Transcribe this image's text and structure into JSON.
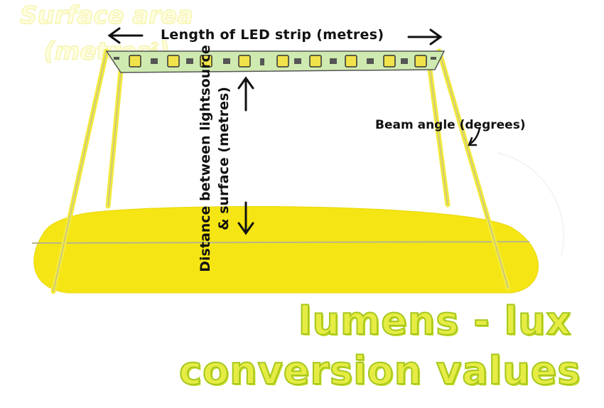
{
  "diagram": {
    "length_label": "Length of LED strip (metres)",
    "beam_label": "Beam angle (degrees)",
    "distance_label": "Distance between lightsource & surface (metres)",
    "surface_label_main": "Surface area",
    "surface_label_unit": "(metres",
    "surface_label_sup": "2",
    "surface_label_close": ")",
    "title_line_1": "lumens - lux",
    "title_line_2": "conversion values"
  },
  "colors": {
    "surface_yellow": "#f5e514",
    "frame_yellow": "#f3ea3c",
    "strip_green": "#cfeab0",
    "title_fill": "#e6ec44",
    "title_outline": "#a6c81c"
  }
}
